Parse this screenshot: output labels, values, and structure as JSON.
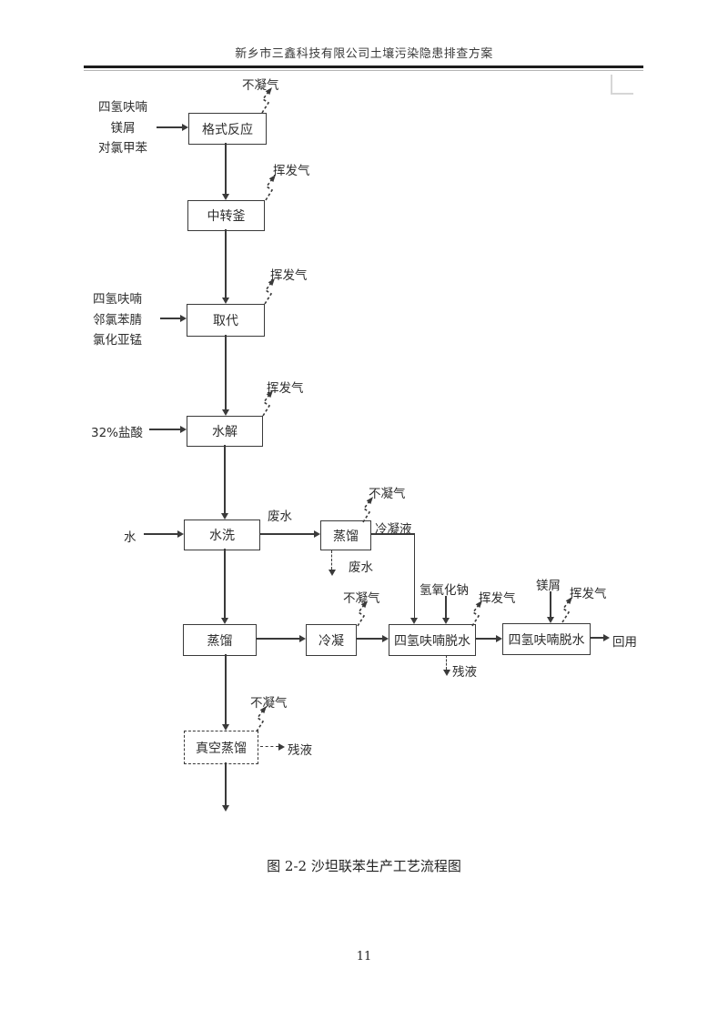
{
  "header": {
    "title": "新乡市三鑫科技有限公司土壤污染隐患排查方案"
  },
  "footer": {
    "page_number": "11"
  },
  "figure": {
    "caption": "图 2-2 沙坦联苯生产工艺流程图",
    "boxes": {
      "grignard_reaction": "格式反应",
      "transfer_kettle": "中转釜",
      "substitution": "取代",
      "hydrolysis": "水解",
      "water_washing": "水洗",
      "distillation_branch": "蒸馏",
      "distillation": "蒸馏",
      "condensation": "冷凝",
      "thf_dehydration_1": "四氢呋喃脱水",
      "thf_dehydration_2": "四氢呋喃脱水",
      "vacuum_distillation": "真空蒸馏"
    },
    "materials": {
      "thf": "四氢呋喃",
      "magnesium_scraps": "镁屑",
      "p_chlorotoluene": "对氯甲苯",
      "o_chlorobenzonitrile": "邻氯苯腈",
      "manganese_chloride": "氯化亚锰",
      "hydrochloric_acid": "32%盐酸",
      "water": "水",
      "sodium_hydroxide": "氢氧化钠"
    },
    "streams": {
      "non_condensable_gas": "不凝气",
      "volatile_gas": "挥发气",
      "wastewater": "废水",
      "condensate": "冷凝液",
      "residual_liquid": "残液",
      "reuse": "回用"
    }
  }
}
